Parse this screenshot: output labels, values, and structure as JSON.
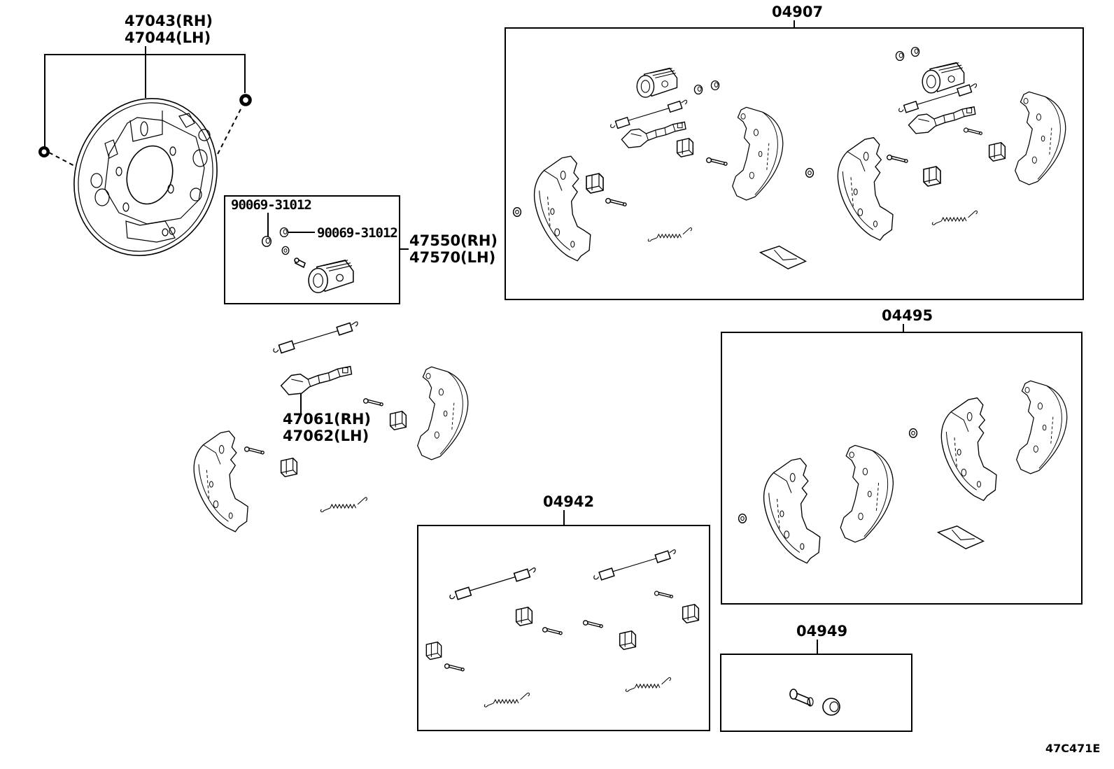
{
  "diagram": {
    "reference_code": "47C471E",
    "labels": {
      "backing_plate_rh": "47043(RH)",
      "backing_plate_lh": "47044(LH)",
      "bleeder_plug_a": "90069-31012",
      "bleeder_plug_b": "90069-31012",
      "wheel_cylinder_rh": "47550(RH)",
      "wheel_cylinder_lh": "47570(LH)",
      "adjuster_rh": "47061(RH)",
      "adjuster_lh": "47062(LH)"
    },
    "kits": {
      "shoe_kit_full": "04907",
      "shoe_set": "04495",
      "hardware_kit": "04942",
      "cylinder_repair_kit": "04949"
    }
  }
}
